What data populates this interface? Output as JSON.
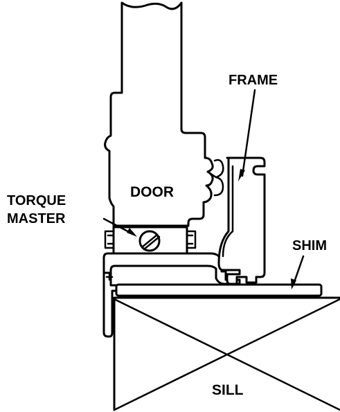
{
  "labels": {
    "frame": "FRAME",
    "door": "DOOR",
    "torque_line1": "TORQUE",
    "torque_line2": "MASTER",
    "shim": "SHIM",
    "sill": "SILL"
  },
  "colors": {
    "line": "#000000",
    "background": "#ffffff"
  }
}
